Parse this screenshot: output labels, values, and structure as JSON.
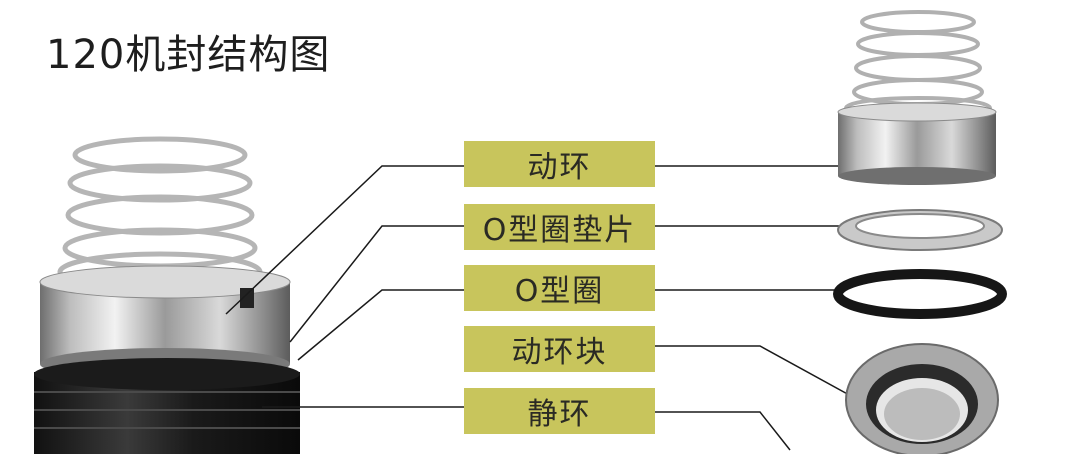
{
  "title": "120机封结构图",
  "labels": [
    {
      "text": "动环"
    },
    {
      "text": "O型圈垫片"
    },
    {
      "text": "O型圈"
    },
    {
      "text": "动环块"
    },
    {
      "text": "静环"
    }
  ]
}
